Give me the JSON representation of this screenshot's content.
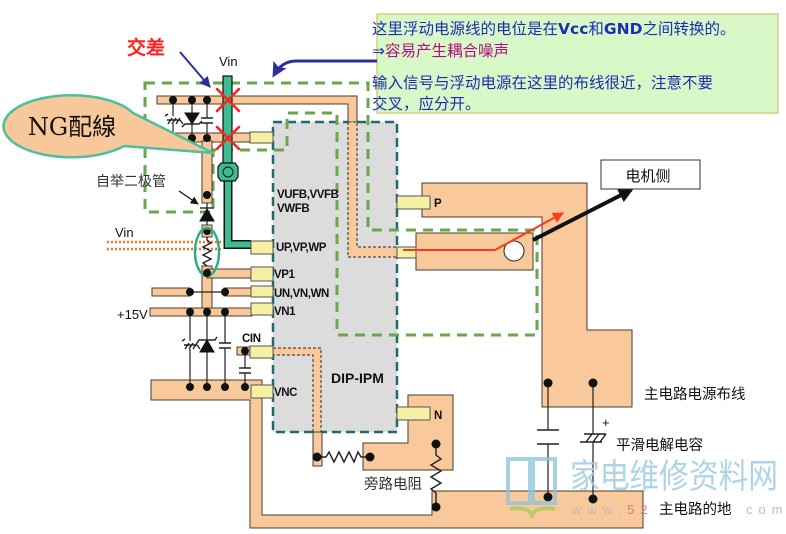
{
  "note_box": {
    "line1": [
      "这里浮动电源线的电位是在",
      "Vcc",
      "和",
      "GND",
      "之间转换的。"
    ],
    "line2_arrow": "⇒",
    "line2_text": "容易产生耦合噪声",
    "line3": "输入信号与浮动电源在这里的布线很近，注意不要",
    "line4": "交叉，应分开。"
  },
  "annotations": {
    "crossing": "交差",
    "ng_wiring": "NG配線",
    "bootstrap_diode": "自举二极管",
    "vin_top": "Vin",
    "vin_input": "Vin",
    "supply_15v": "+15V",
    "motor_side": "电机侧",
    "main_power_wiring": "主电路电源布线",
    "smoothing_capacitor": "平滑电解电容",
    "capacitor_polarity": "+",
    "bypass_resistor": "旁路电阻",
    "main_ground": "主电路的地"
  },
  "ipm": {
    "name": "DIP-IPM",
    "pins": {
      "vfb_line1": "VUFB,VVFB",
      "vfb_line2": "VWFB",
      "up": "UP,VP,WP",
      "vp1": "VP1",
      "un": "UN,VN,WN",
      "vn1": "VN1",
      "cin": "CIN",
      "vnc": "VNC",
      "p": "P",
      "n": "N"
    }
  },
  "icons": {
    "cross_marks": "x-mark",
    "via": "circle-via",
    "motor_arrow": "arrow-right-up"
  },
  "watermark": {
    "site_name": "家电维修资料网",
    "url_www": "www.",
    "url_num": "52",
    "url_tld": "com"
  },
  "colors": {
    "trace": "#f9c99b",
    "pin": "#f6f0a4",
    "ipm_fill": "#dcdcdc",
    "ipm_border": "#1f6b6b",
    "loop_dash": "#6aa64a",
    "vin_trace": "#3dbb92",
    "alert_red": "#ff2020",
    "note_blue": "#1a2db5",
    "note_magenta": "#b0107f",
    "note_fill": "#d8f8c8",
    "arrow_navy": "#2b2f9c"
  }
}
